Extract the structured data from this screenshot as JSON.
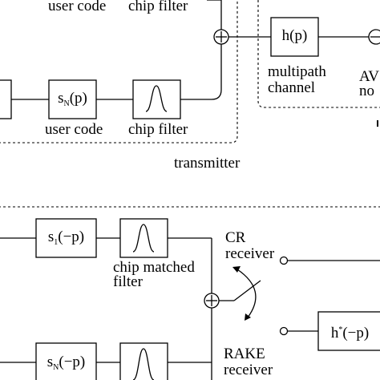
{
  "transmitter": {
    "top_user_code_label": "user code",
    "top_chip_filter_label": "chip filter",
    "user_code_label": "user code",
    "chip_filter_label": "chip filter",
    "code_block": {
      "base": "s",
      "sub": "N",
      "arg": "(p)"
    },
    "section_label": "transmitter"
  },
  "channel": {
    "block_label": "h(p)",
    "caption_line1": "multipath",
    "caption_line2": "channel",
    "noise_line1": "AV",
    "noise_line2": "no"
  },
  "receiver": {
    "code_block_1": {
      "base": "s",
      "sub": "1",
      "arg": "(−p)"
    },
    "code_block_n": {
      "base": "s",
      "sub": "N",
      "arg": "(−p)"
    },
    "matched_filter_line1": "chip matched",
    "matched_filter_line2": "filter",
    "cr_line1": "CR",
    "cr_line2": "receiver",
    "rake_line1": "RAKE",
    "rake_line2": "receiver",
    "h_conj_block": {
      "base": "h",
      "sup": "*",
      "arg": "(−p)"
    }
  }
}
